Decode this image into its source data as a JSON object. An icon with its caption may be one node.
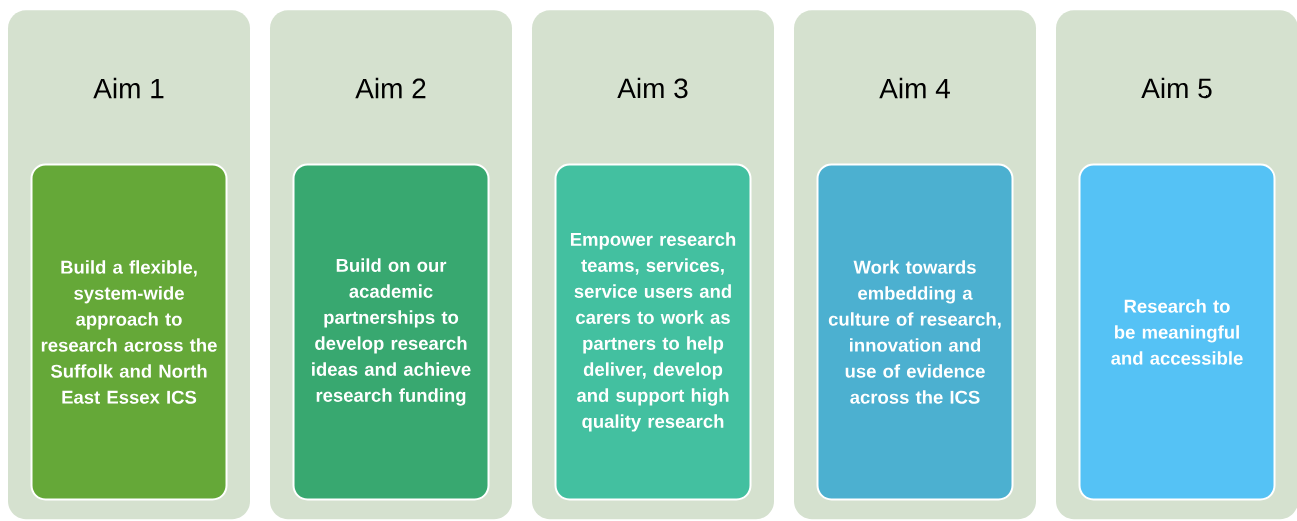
{
  "diagram": {
    "nodes": [
      {
        "text": [
          "Aim 1"
        ]
      },
      {
        "text": [
          "Build a flexible, system-wide approach to research across the Suffolk and North East Essex ICS"
        ],
        "in": 0
      },
      {
        "text": [
          "Aim 2"
        ]
      },
      {
        "text": [
          "Build on our academic partnerships to develop research ideas and achieve research funding"
        ],
        "in": 2
      },
      {
        "text": [
          "Aim 3"
        ]
      },
      {
        "text": [
          "Empower research teams, services, service users and carers to work as partners to help deliver, develop and support high quality research"
        ],
        "in": 4
      },
      {
        "text": [
          "Aim 4"
        ]
      },
      {
        "text": [
          "Work towards embedding a culture of research, innovation and use of evidence across the ICS"
        ],
        "in": 6
      },
      {
        "text": [
          "Aim 5"
        ]
      },
      {
        "text": [
          "Research to be meaningful and accessible"
        ],
        "in": 8
      }
    ]
  }
}
